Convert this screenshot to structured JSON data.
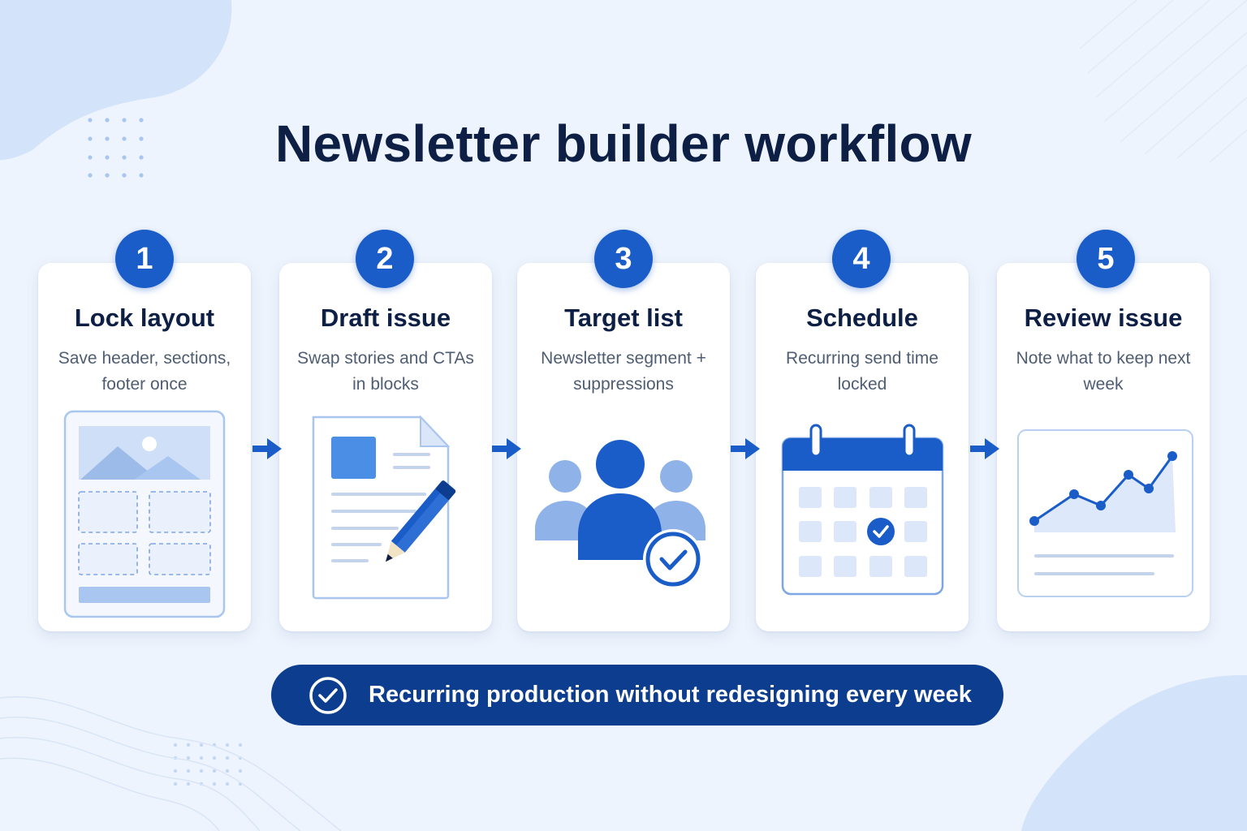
{
  "title": "Newsletter builder workflow",
  "colors": {
    "primary": "#1a5cc8",
    "dark_navy": "#0d1f45",
    "banner": "#0d3d8e",
    "light_blue": "#a9c6f0",
    "background": "#eef4fd"
  },
  "steps": [
    {
      "number": "1",
      "title": "Lock layout",
      "description": "Save header, sections, footer once",
      "icon": "layout-template-icon"
    },
    {
      "number": "2",
      "title": "Draft issue",
      "description": "Swap stories and CTAs in blocks",
      "icon": "document-pencil-icon"
    },
    {
      "number": "3",
      "title": "Target list",
      "description": "Newsletter segment + suppressions",
      "icon": "audience-check-icon"
    },
    {
      "number": "4",
      "title": "Schedule",
      "description": "Recurring send time locked",
      "icon": "calendar-check-icon"
    },
    {
      "number": "5",
      "title": "Review issue",
      "description": "Note what to keep next week",
      "icon": "trend-chart-icon"
    }
  ],
  "connectors": [
    "arrow-right-icon",
    "arrow-right-icon",
    "arrow-right-icon",
    "arrow-right-icon"
  ],
  "banner": {
    "text": "Recurring production without redesigning every week",
    "icon": "check-circle-icon"
  }
}
